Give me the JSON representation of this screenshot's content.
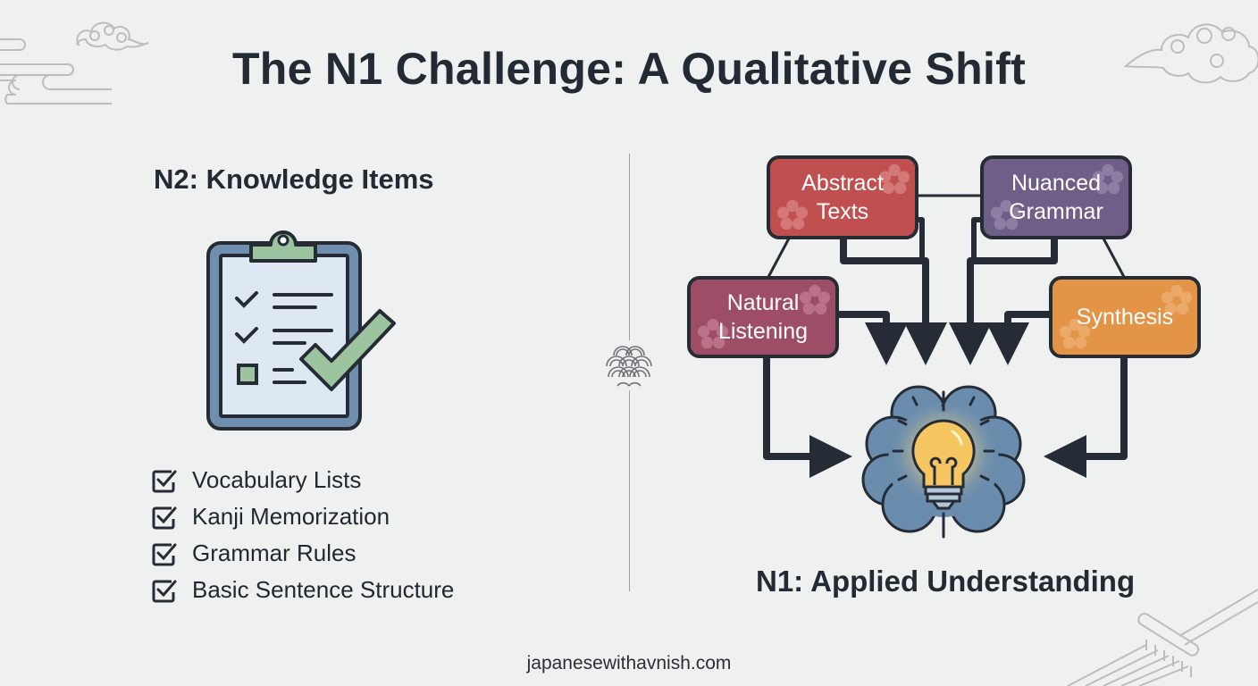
{
  "title": "The N1 Challenge: A Qualitative Shift",
  "left_panel": {
    "heading": "N2: Knowledge Items",
    "illustration": "clipboard-checklist-icon",
    "items": [
      {
        "label": "Vocabulary Lists",
        "checked": true
      },
      {
        "label": "Kanji Memorization",
        "checked": true
      },
      {
        "label": "Grammar Rules",
        "checked": true
      },
      {
        "label": "Basic Sentence Structure",
        "checked": true
      }
    ]
  },
  "center_divider": {
    "icon": "seigaiha-wave-icon"
  },
  "right_panel": {
    "heading": "N1: Applied Understanding",
    "center_icon": "brain-lightbulb-icon",
    "nodes": [
      {
        "id": "abstract",
        "line1": "Abstract",
        "line2": "Texts",
        "color": "#c0504f"
      },
      {
        "id": "nuanced",
        "line1": "Nuanced",
        "line2": "Grammar",
        "color": "#6f5f88"
      },
      {
        "id": "natural",
        "line1": "Natural",
        "line2": "Listening",
        "color": "#9e4d66"
      },
      {
        "id": "synthesis",
        "line1": "Synthesis",
        "line2": "",
        "color": "#e39447"
      }
    ]
  },
  "footer": "japanesewithavnish.com",
  "colors": {
    "background": "#eff0f0",
    "text_dark": "#222a33",
    "arrow": "#262c35",
    "clipboard_blue": "#6f8fae",
    "paper": "#dde8f3",
    "check_green": "#9cc49f",
    "brain_blue": "#6a8cad",
    "bulb_yellow": "#f6c760",
    "ornament_gray": "#bdbdbd"
  }
}
